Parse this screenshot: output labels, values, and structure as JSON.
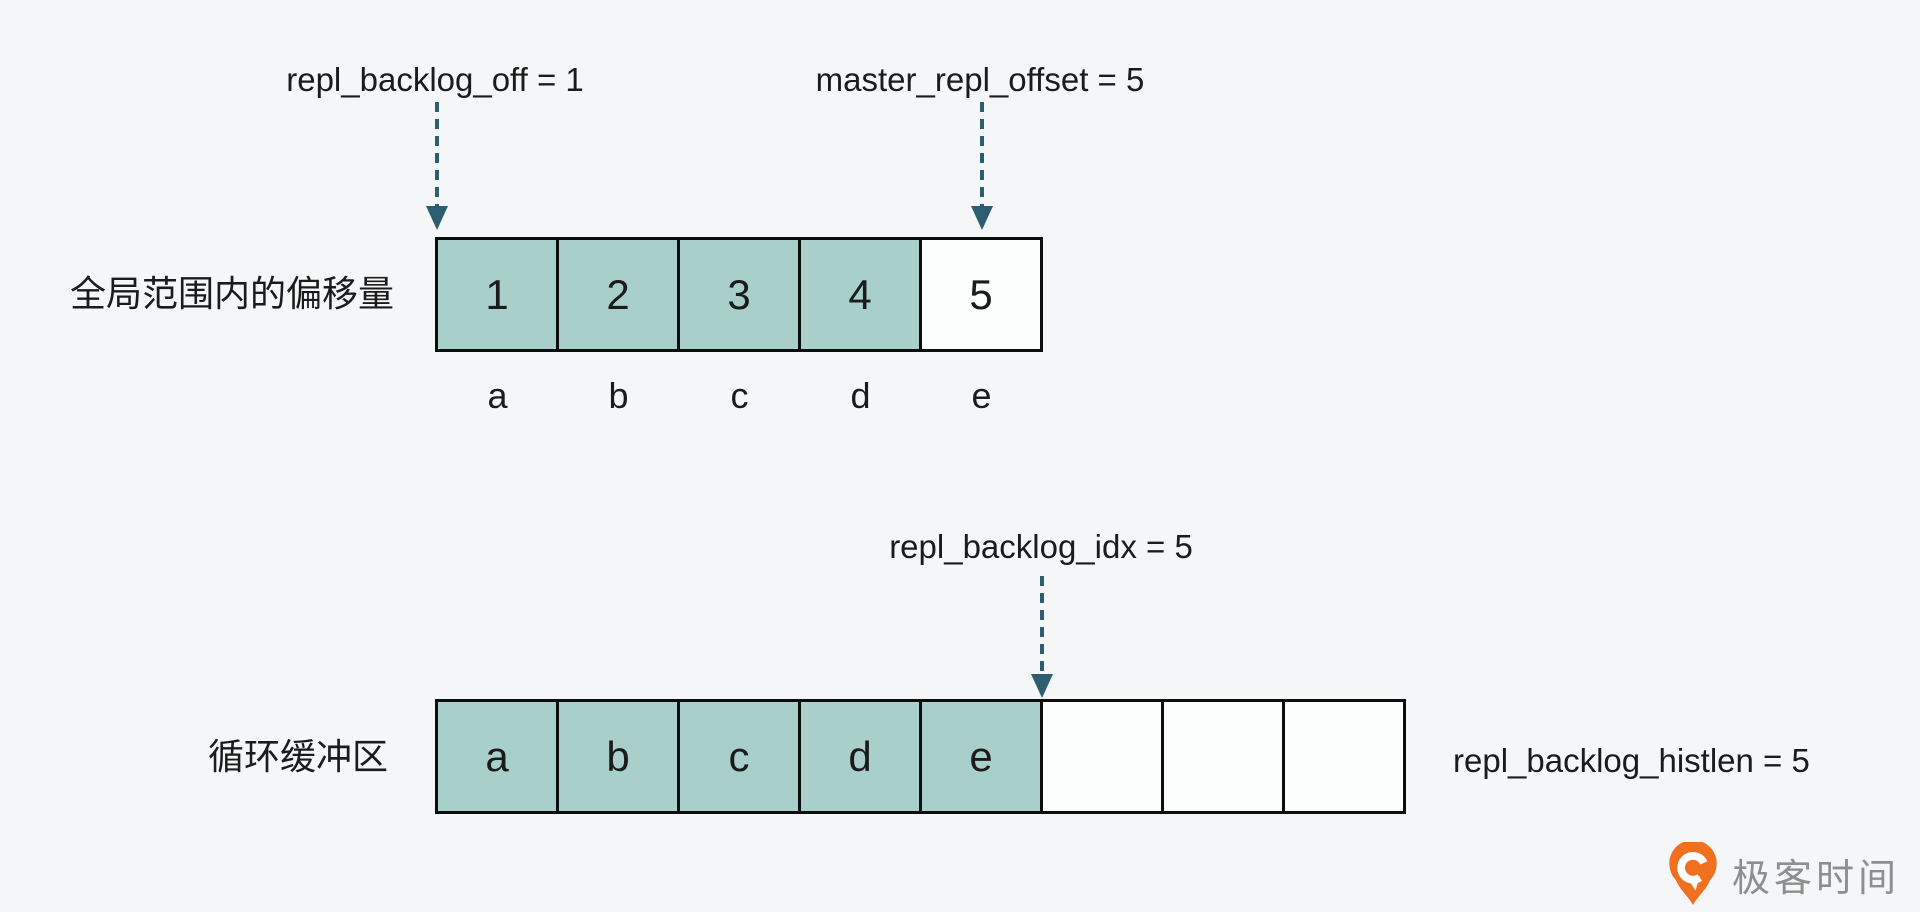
{
  "colors": {
    "bg": "#f4f6f7",
    "cell_filled": "#a9cfca",
    "cell_empty": "#fbfdfd",
    "line": "#0d0d0d",
    "arrow": "#2e5d6f",
    "text": "#1b1b1b",
    "logo_text": "#8e8e8e",
    "logo_orange": "#f0701f"
  },
  "top_diagram": {
    "annotations": [
      {
        "text": "repl_backlog_off = 1"
      },
      {
        "text": "master_repl_offset = 5"
      }
    ],
    "row_label": "全局范围内的偏移量",
    "cells": [
      {
        "value": "1",
        "filled": true
      },
      {
        "value": "2",
        "filled": true
      },
      {
        "value": "3",
        "filled": true
      },
      {
        "value": "4",
        "filled": true
      },
      {
        "value": "5",
        "filled": false
      }
    ],
    "sub_labels": [
      "a",
      "b",
      "c",
      "d",
      "e"
    ]
  },
  "bottom_diagram": {
    "annotation": {
      "text": "repl_backlog_idx = 5"
    },
    "row_label": "循环缓冲区",
    "cells": [
      {
        "value": "a",
        "filled": true
      },
      {
        "value": "b",
        "filled": true
      },
      {
        "value": "c",
        "filled": true
      },
      {
        "value": "d",
        "filled": true
      },
      {
        "value": "e",
        "filled": true
      },
      {
        "value": "",
        "filled": false
      },
      {
        "value": "",
        "filled": false
      },
      {
        "value": "",
        "filled": false
      }
    ],
    "right_label": "repl_backlog_histlen = 5"
  },
  "logo": {
    "text": "极客时间",
    "icon": "geektime-pin-icon"
  }
}
